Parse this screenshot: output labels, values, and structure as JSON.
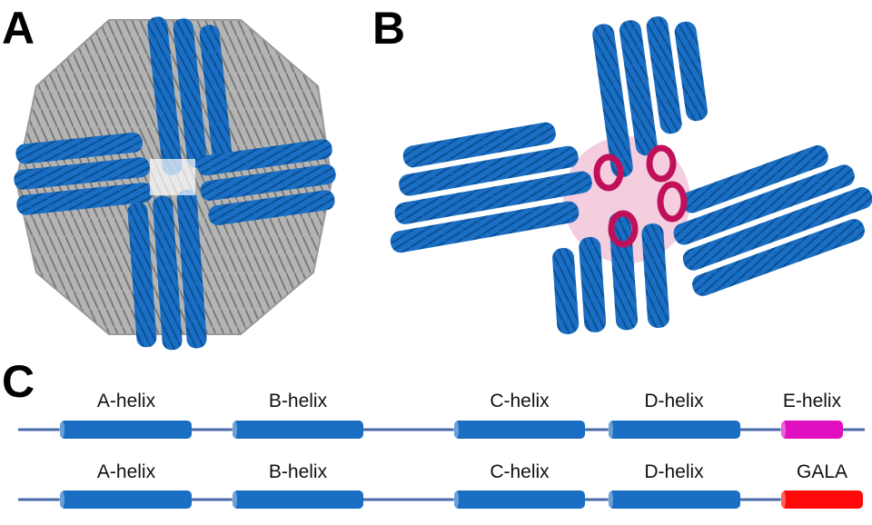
{
  "panels": {
    "a": {
      "letter": "A"
    },
    "b": {
      "letter": "B"
    },
    "c": {
      "letter": "C"
    }
  },
  "constructs": [
    {
      "segments": [
        {
          "label": "A-helix",
          "color": "#1a6fc4"
        },
        {
          "label": "B-helix",
          "color": "#1a6fc4"
        },
        {
          "label": "C-helix",
          "color": "#1a6fc4"
        },
        {
          "label": "D-helix",
          "color": "#1a6fc4"
        },
        {
          "label": "E-helix",
          "color": "#e010c0"
        }
      ]
    },
    {
      "segments": [
        {
          "label": "A-helix",
          "color": "#1a6fc4"
        },
        {
          "label": "B-helix",
          "color": "#1a6fc4"
        },
        {
          "label": "C-helix",
          "color": "#1a6fc4"
        },
        {
          "label": "D-helix",
          "color": "#1a6fc4"
        },
        {
          "label": "GALA",
          "color": "#ff0a0a"
        }
      ]
    }
  ],
  "colors": {
    "protein_blue": "#1a6fc4",
    "cage_grey": "#a8a8a8",
    "pore_magenta": "#c0105a",
    "linker": "#4a6aa8"
  }
}
